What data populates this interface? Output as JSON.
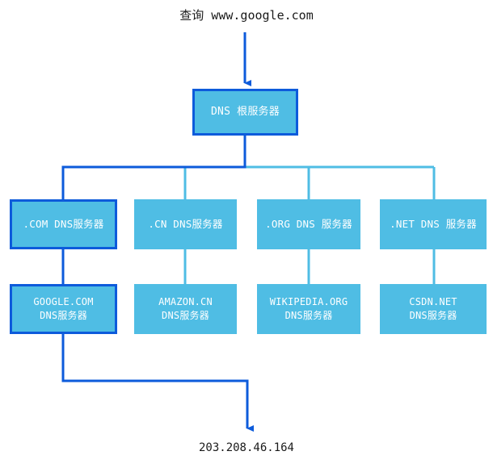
{
  "diagram": {
    "title_text": "查询 www.google.com",
    "result_text": "203.208.46.164",
    "colors": {
      "node_fill": "#4fbde4",
      "highlight_stroke": "#0d5bdb",
      "normal_stroke": "#4fbde4",
      "node_text": "#ffffff",
      "caption_text": "#1a1a1a",
      "background": "#ffffff"
    },
    "root": {
      "label": "DNS 根服务器",
      "highlighted": true
    },
    "tld_nodes": [
      {
        "label": ".COM DNS服务器",
        "highlighted": true
      },
      {
        "label": ".CN DNS服务器",
        "highlighted": false
      },
      {
        "label": ".ORG DNS 服务器",
        "highlighted": false
      },
      {
        "label": ".NET DNS 服务器",
        "highlighted": false
      }
    ],
    "authoritative_nodes": [
      {
        "label": "GOOGLE.COM\nDNS服务器",
        "highlighted": true
      },
      {
        "label": "AMAZON.CN\nDNS服务器",
        "highlighted": false
      },
      {
        "label": "WIKIPEDIA.ORG\nDNS服务器",
        "highlighted": false
      },
      {
        "label": "CSDN.NET\nDNS服务器",
        "highlighted": false
      }
    ]
  }
}
